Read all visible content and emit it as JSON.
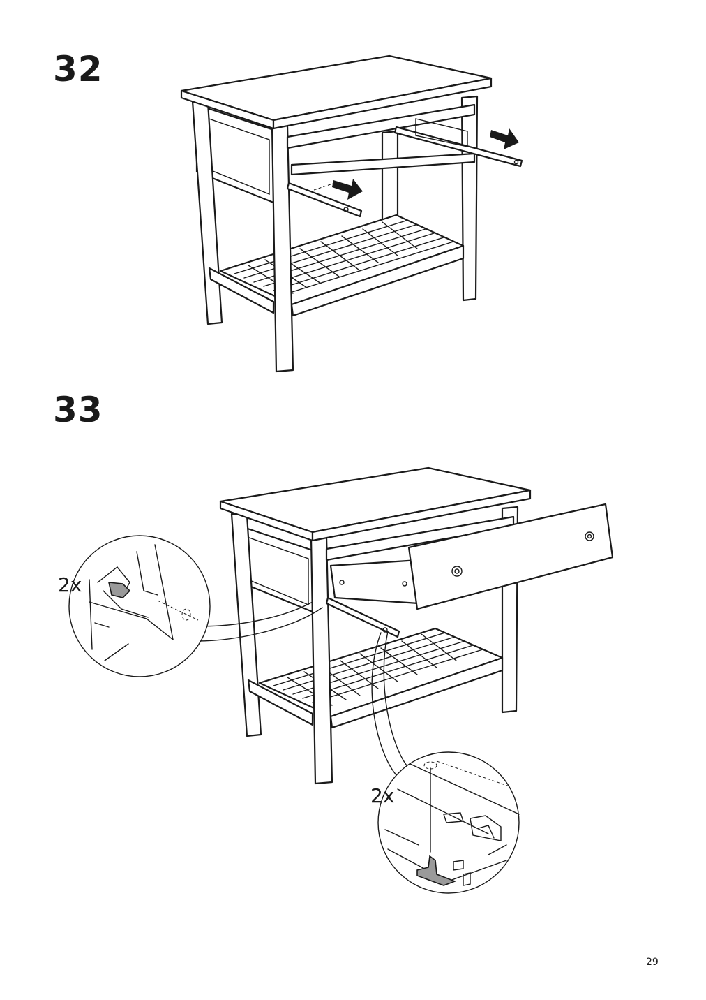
{
  "steps": [
    {
      "number": "32"
    },
    {
      "number": "33",
      "callouts": [
        {
          "quantity": "2x"
        },
        {
          "quantity": "2x"
        }
      ]
    }
  ],
  "page_number": "29",
  "colors": {
    "ink": "#1a1a1a",
    "paper": "#ffffff",
    "accent_grey": "#9a9a9a"
  },
  "icons": [
    "arrow-right-icon",
    "magnifier-detail-icon",
    "drawer-stop-icon",
    "drawer-rail-icon"
  ]
}
